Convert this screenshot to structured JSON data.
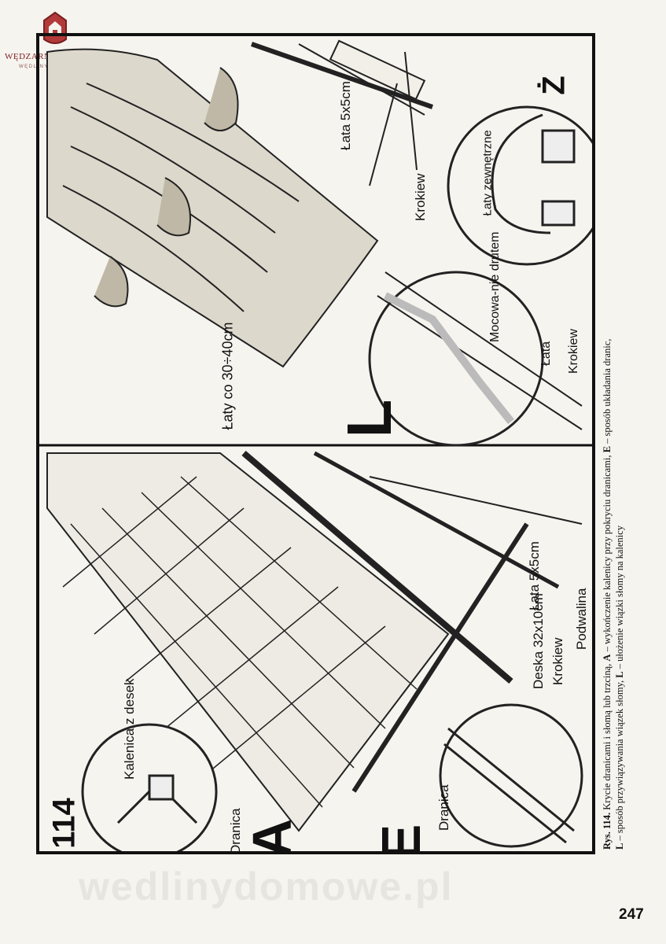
{
  "logo": {
    "name": "WĘDZARNICZA BRAĆ",
    "subtitle": "WĘDLINYDOMOWE",
    "icon": "house-crest-icon"
  },
  "figure": {
    "number": "114",
    "panels": {
      "A": {
        "letter": "A",
        "labels": {
          "ridge": "Kalenica z desek",
          "shingle": "Dranica"
        },
        "callouts": {
          "board": "Deska 32x10cm",
          "batten": "Łata 5x5cm",
          "rafter": "Krokiew",
          "wall_plate": "Podwalina"
        }
      },
      "E": {
        "letter": "E",
        "labels": {
          "shingle": "Dranica"
        }
      },
      "L": {
        "letter": "L",
        "labels": {
          "battens_spacing": "Łaty co 30÷40cm",
          "batten_size": "Łata 5x5cm",
          "rafter": "Krokiew",
          "wire": "Mocowa-nie drutem",
          "batten": "Łata",
          "rafter_detail": "Krokiew"
        }
      },
      "Z": {
        "letter": "Ż",
        "labels": {
          "outer_battens": "Łaty zewnętrzne"
        }
      }
    }
  },
  "caption": {
    "label": "Rys. 114.",
    "text": "Krycie dranicami i słomą lub trzciną,",
    "a_label": "A",
    "a_text": "– wykończenie kalenicy przy pokryciu dranicami,",
    "e_label": "E",
    "e_text": "– sposób układania dranic,",
    "l_label": "L",
    "l_text": "– sposób przywiązywania wiązek słomy,",
    "z_label": "L",
    "z_text": "– ułożenie wiązki słomy na kalenicy"
  },
  "watermark": "wedlinydomowe.pl",
  "page_number": "247"
}
